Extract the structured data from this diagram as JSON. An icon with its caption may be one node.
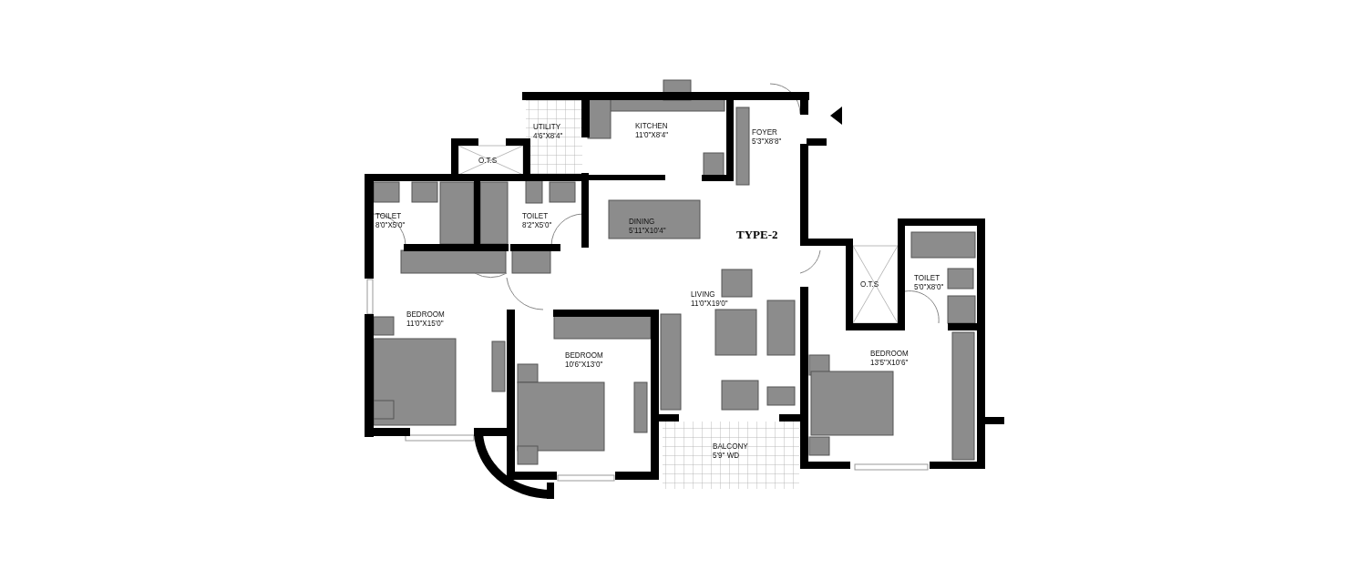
{
  "diagram": {
    "title": "TYPE-2",
    "nodes": [
      {
        "text": [
          "UTILITY",
          "4'6\"X8'4\""
        ]
      },
      {
        "text": [
          "KITCHEN",
          "11'0\"X8'4\""
        ]
      },
      {
        "text": [
          "FOYER",
          "5'3\"X8'8\""
        ]
      },
      {
        "text": [
          "O.T.S"
        ]
      },
      {
        "text": [
          "TOILET",
          "8'0\"X5'0\""
        ]
      },
      {
        "text": [
          "TOILET",
          "8'2\"X5'0\""
        ]
      },
      {
        "text": [
          "DINING",
          "5'11\"X10'4\""
        ]
      },
      {
        "text": [
          "O.T.S"
        ]
      },
      {
        "text": [
          "TOILET",
          "5'0\"X8'0\""
        ]
      },
      {
        "text": [
          "LIVING",
          "11'0\"X19'0\""
        ]
      },
      {
        "text": [
          "BEDROOM",
          "11'0\"X15'0\""
        ]
      },
      {
        "text": [
          "BEDROOM",
          "10'6\"X13'0\""
        ]
      },
      {
        "text": [
          "BEDROOM",
          "13'5\"X10'6\""
        ]
      },
      {
        "text": [
          "BALCONY",
          "5'9\" WD"
        ]
      }
    ],
    "edges": []
  }
}
